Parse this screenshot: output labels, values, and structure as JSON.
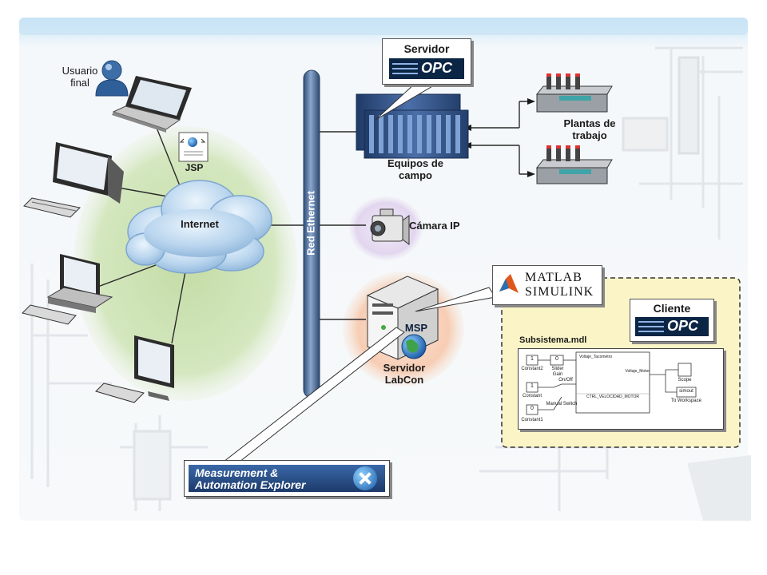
{
  "labels": {
    "usuario": "Usuario\nfinal",
    "jsp": "JSP",
    "internet": "Internet",
    "red_ethernet": "Red Ethernet",
    "servidor_opc_title": "Servidor",
    "opc_logo": "OPC",
    "equipos": "Equipos de\ncampo",
    "plantas": "Plantas de\ntrabajo",
    "camara": "Cámara IP",
    "msp": "MSP",
    "servidor_labcon": "Servidor\nLabCon",
    "matlab": "MATLAB",
    "simulink": "SIMULINK",
    "cliente_title": "Cliente",
    "subsistema": "Subsistema.mdl",
    "mae_line1": "Measurement &",
    "mae_line2": "Automation Explorer"
  },
  "simulink": {
    "constant2_val": "1",
    "constant2": "Constant2",
    "slider_val": "0",
    "slider": "Slider\nGain",
    "constant_val": "1",
    "constant": "Constant",
    "constant1_val": "0",
    "constant1": "Constant1",
    "manual_switch": "Manual Switch",
    "onoff": "On/Off",
    "voltaje_tacometro": "Voltaje_Tacometro",
    "voltaje_motor": "Voltaje_Motor",
    "ctrl": "CTRL_VELOCIDAD_MOTOR",
    "scope": "Scope",
    "simout": "simout",
    "to_workspace": "To Workspace"
  },
  "colors": {
    "green_halo": "#cfe4b4",
    "pink_halo": "#f6d3c0",
    "lavender_halo": "#e3d9ef",
    "ethernet": "#4c6a94",
    "frame_top": "#d8ecf8",
    "dashed_panel": "#fbf4c8"
  }
}
